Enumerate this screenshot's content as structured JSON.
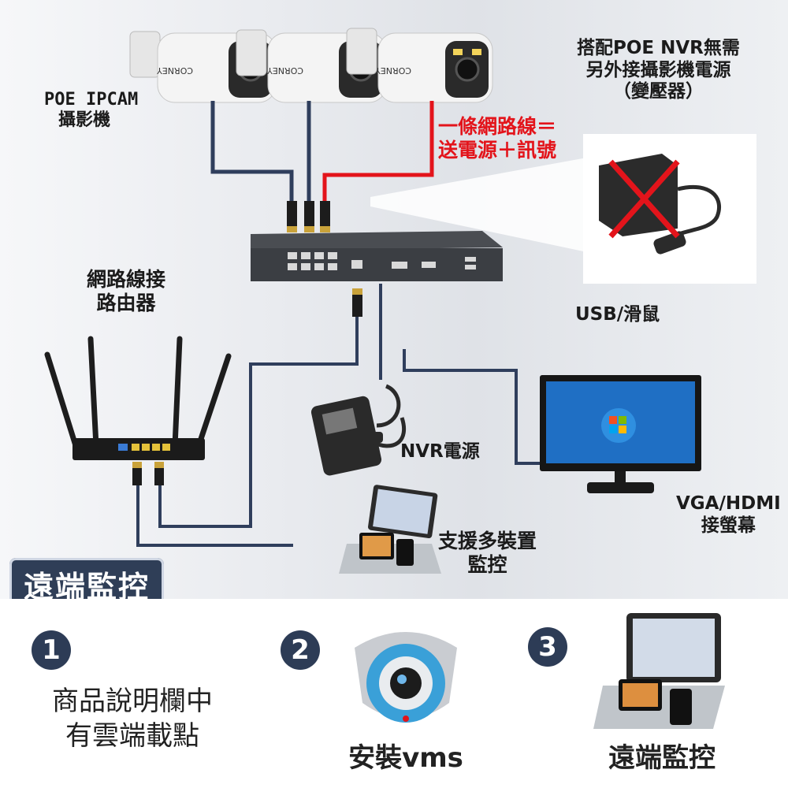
{
  "labels": {
    "camera": [
      "POE IPCAM",
      "攝影機"
    ],
    "nvr_note": [
      "搭配POE NVR無需",
      "另外接攝影機電源",
      "（變壓器）"
    ],
    "cable_note": [
      "一條網路線＝",
      "送電源＋訊號"
    ],
    "router": [
      "網路線接",
      "路由器"
    ],
    "usb": "USB/滑鼠",
    "power": "NVR電源",
    "multi": [
      "支援多裝置",
      "監控"
    ],
    "monitor": [
      "VGA/HDMI",
      "接螢幕"
    ],
    "badge": "遠端監控"
  },
  "camera_brand": "CORNEY",
  "steps": [
    {
      "num": "1",
      "text": [
        "商品說明欄中",
        "有雲端載點"
      ]
    },
    {
      "num": "2",
      "text": [
        "安裝vms"
      ]
    },
    {
      "num": "3",
      "text": [
        "遠端監控"
      ]
    }
  ],
  "colors": {
    "accent_red": "#e3141b",
    "cable_blue": "#2f3e5c",
    "badge_bg": "#2f3e57"
  }
}
